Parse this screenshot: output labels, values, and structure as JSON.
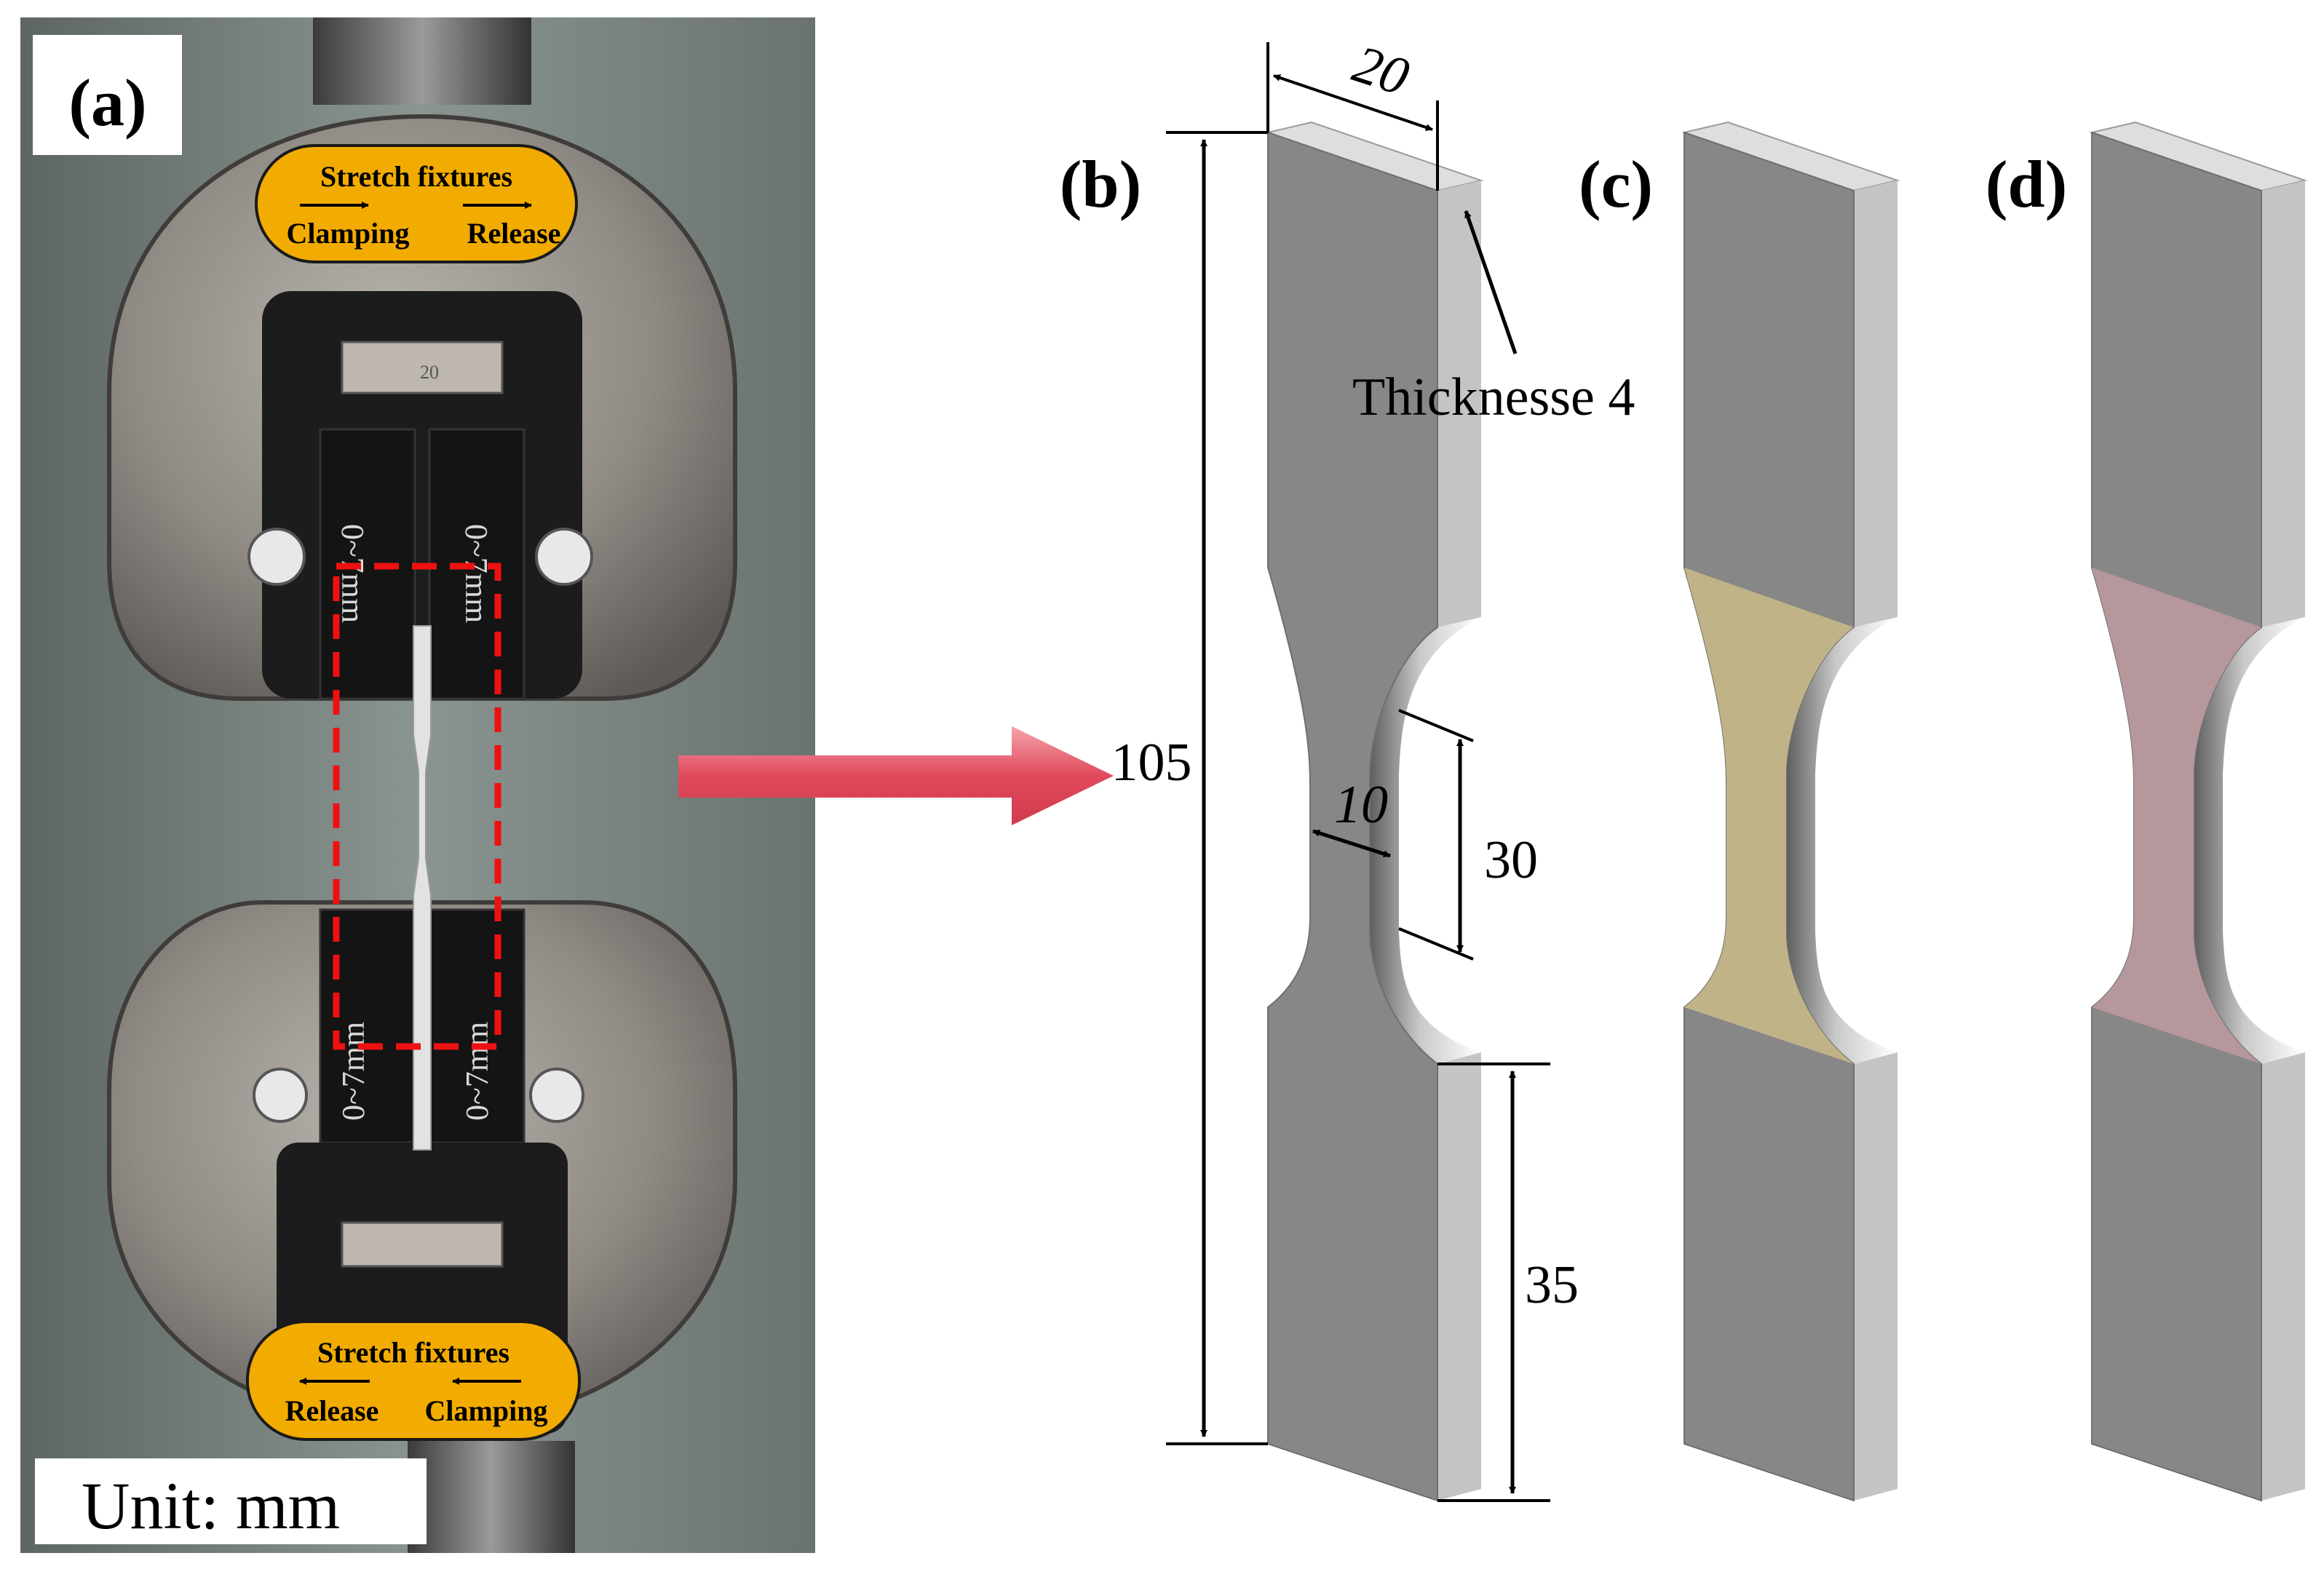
{
  "panels": {
    "a": {
      "label": "(a)",
      "top_fixture": {
        "title": "Stretch fixtures",
        "left": "Clamping",
        "right": "Release"
      },
      "bottom_fixture": {
        "title": "Stretch fixtures",
        "left": "Release",
        "right": "Clamping"
      },
      "unit_label": "Unit: mm",
      "grip_marks": {
        "upper_left": "0~7mm",
        "upper_right": "0~7mm",
        "lower_left": "0~7mm",
        "lower_right": "0~7mm",
        "block_mark": "20"
      }
    },
    "b": {
      "label": "(b)",
      "dimensions": {
        "width": "20",
        "thickness": "Thicknesse 4",
        "length": "105",
        "neck_width": "10",
        "gauge_length": "30",
        "grip_length": "35"
      }
    },
    "c": {
      "label": "(c)"
    },
    "d": {
      "label": "(d)"
    }
  },
  "colors": {
    "face": "#878787",
    "side": "#c4c4c4",
    "top": "#dedede",
    "gauge_c": "#bfb387",
    "gauge_d": "#b6979c",
    "label_bg": "#f2ab00",
    "arrow": "#e04a5c",
    "highlight_box": "#ee1111"
  }
}
